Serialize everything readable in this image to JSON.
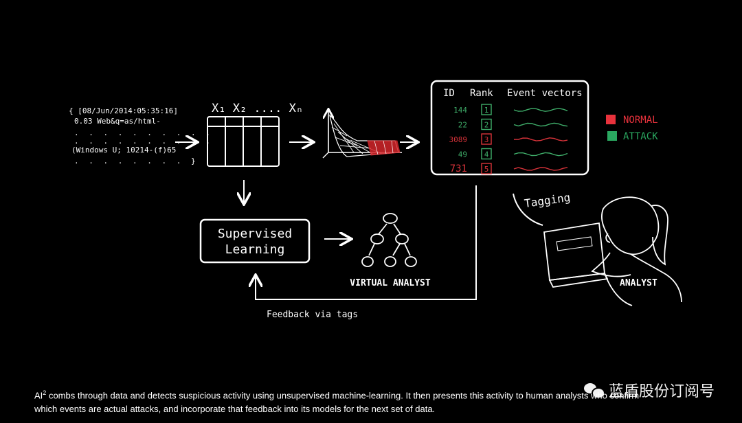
{
  "log_lines": [
    "{ [08/Jun/2014:05:35:16]",
    "0.03 Web&q=as/html-",
    "(Windows U; 10214-(f)65"
  ],
  "matrix_label": "X₁ X₂ .... Xₙ",
  "table": {
    "headers": [
      "ID",
      "Rank",
      "Event vectors"
    ],
    "rows": [
      {
        "id": "144",
        "rank": "1",
        "status": "normal"
      },
      {
        "id": "22",
        "rank": "2",
        "status": "normal"
      },
      {
        "id": "3089",
        "rank": "3",
        "status": "attack"
      },
      {
        "id": "49",
        "rank": "4",
        "status": "normal"
      },
      {
        "id": "731",
        "rank": "5",
        "status": "attack"
      }
    ]
  },
  "legend": [
    {
      "label": "NORMAL",
      "color": "#e8323c"
    },
    {
      "label": "ATTACK",
      "color": "#2aa860"
    }
  ],
  "colors": {
    "normal": "#3fae6a",
    "attack": "#d8333a",
    "surface_red": "#d4262b"
  },
  "supervised_label_1": "Supervised",
  "supervised_label_2": "Learning",
  "virtual_analyst": "VIRTUAL ANALYST",
  "tagging": "Tagging",
  "analyst": "ANALYST",
  "feedback": "Feedback via tags",
  "caption": {
    "sup": "2",
    "line1": "combs through data and detects suspicious activity using unsupervised machine-learning. It then presents this activity to human analysts who confirm",
    "line2": "which events are actual attacks, and incorporate that feedback into its models for the next set of data.",
    "prefix": "AI"
  },
  "watermark": "蓝盾股份订阅号"
}
